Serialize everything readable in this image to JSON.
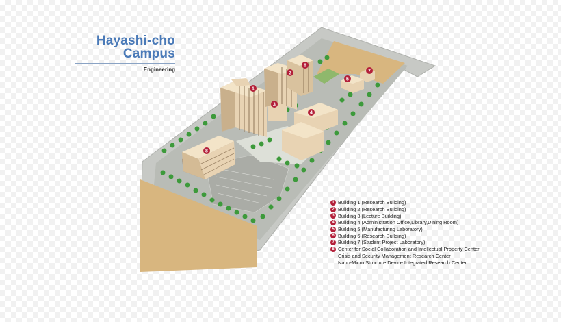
{
  "title": {
    "line1": "Hayashi-cho",
    "line2": "Campus",
    "subtitle": "Engineering"
  },
  "colors": {
    "field": "#d6b47c",
    "road": "#c7c9c5",
    "pavement": "#b8bab5",
    "building": "#e8d3b3",
    "building_shadow": "#a99174",
    "tree": "#3d9a3b",
    "marker": "#b3203a",
    "title": "#4a7ab8"
  },
  "buildings": [
    {
      "number": "1",
      "label": "Building 1 (Research Building)"
    },
    {
      "number": "2",
      "label": "Building 2 (Research Building)"
    },
    {
      "number": "3",
      "label": "Building 3 (Lecture Building)"
    },
    {
      "number": "4",
      "label": "Building 4 (Administration Office,Library,Dining Room)"
    },
    {
      "number": "5",
      "label": "Building 5 (Manufacturing Laboratory)"
    },
    {
      "number": "6",
      "label": "Building 6 (Research Building)"
    },
    {
      "number": "7",
      "label": "Building 7 (Student Project Laboratory)"
    },
    {
      "number": "8",
      "label": "Center for Social Collaboration and Intellectual Property Center"
    }
  ],
  "legend_continuation": [
    "Crisis and Security Management Research Center",
    "Nano-Micro Structure Device Integrated Research Center"
  ]
}
